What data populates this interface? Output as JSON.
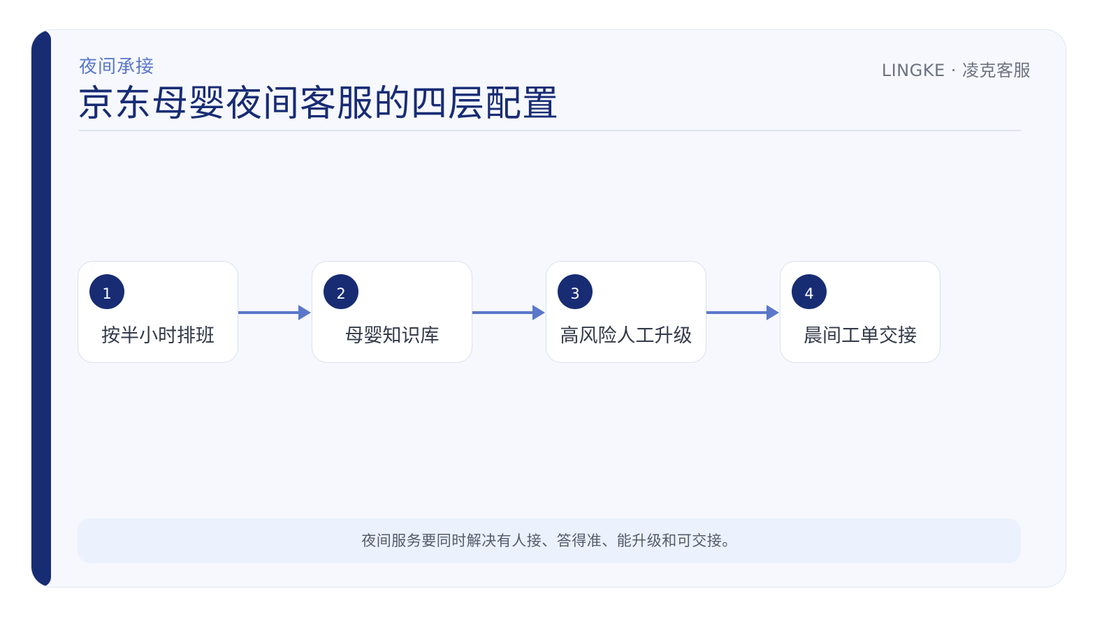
{
  "header": {
    "kicker": "夜间承接",
    "title": "京东母婴夜间客服的四层配置",
    "brand": "LINGKE · 凌克客服"
  },
  "steps": [
    {
      "num": "1",
      "label": "按半小时排班"
    },
    {
      "num": "2",
      "label": "母婴知识库"
    },
    {
      "num": "3",
      "label": "高风险人工升级"
    },
    {
      "num": "4",
      "label": "晨间工单交接"
    }
  ],
  "footer": {
    "note": "夜间服务要同时解决有人接、答得准、能升级和可交接。"
  },
  "colors": {
    "navy": "#182c74",
    "accent": "#5b77c9",
    "background": "#f6f8fe",
    "note_background": "#ebf1fd"
  }
}
